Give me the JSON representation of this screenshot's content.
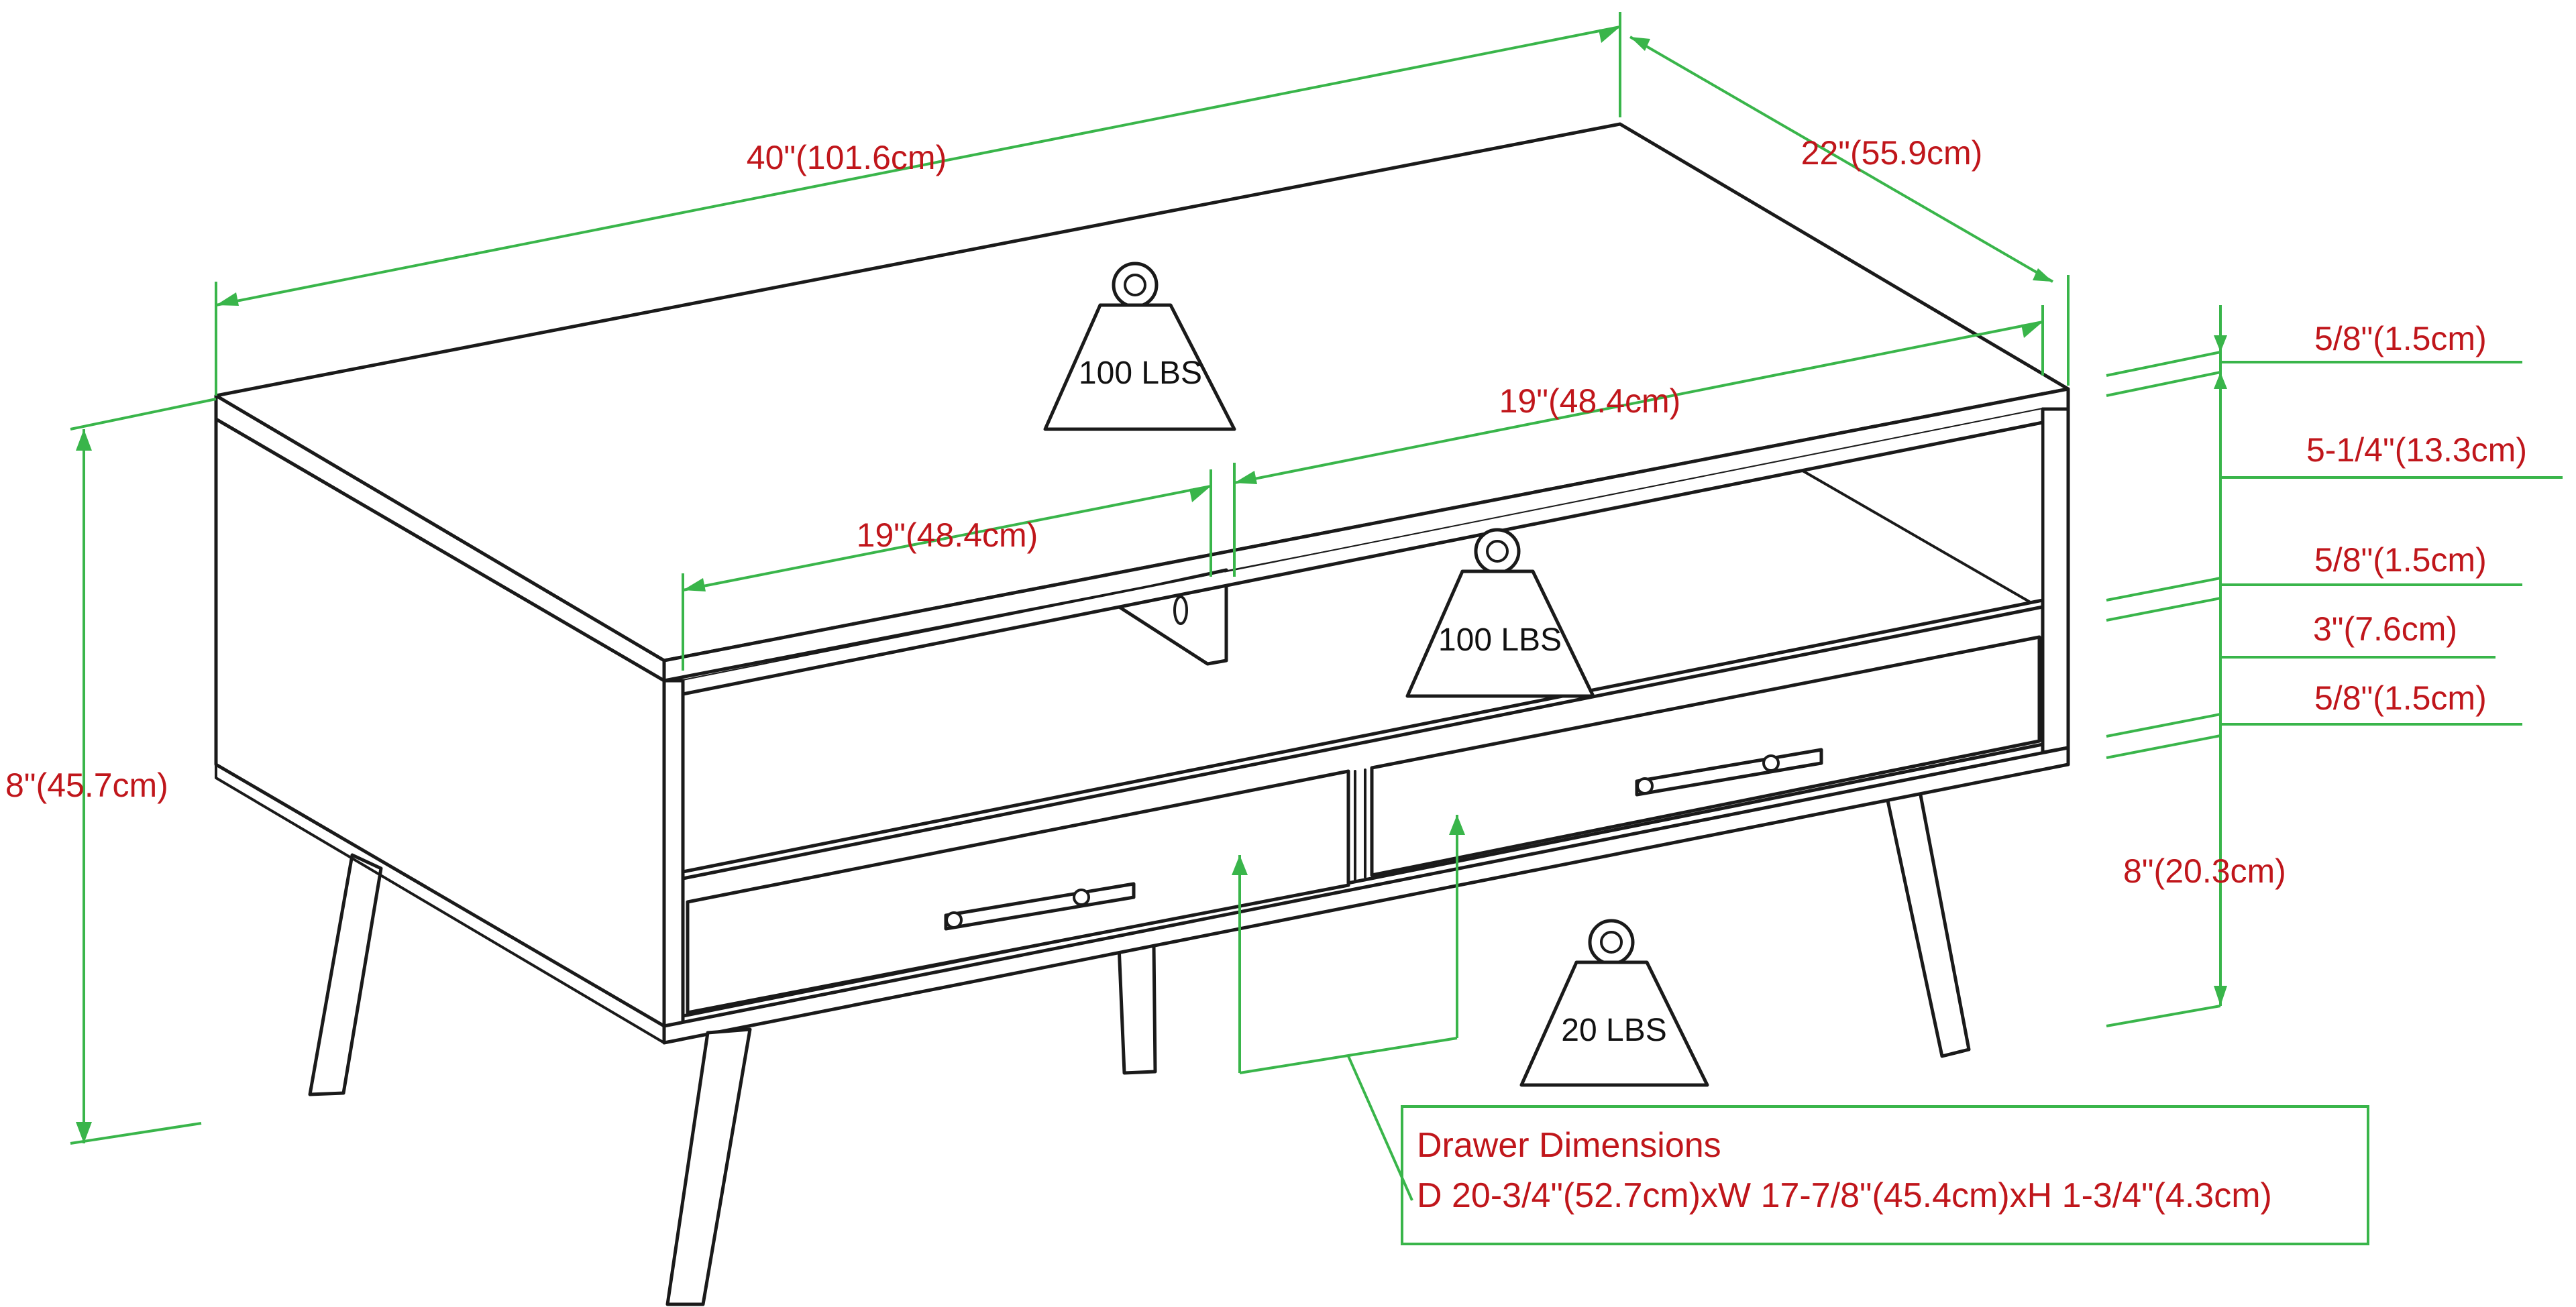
{
  "dimensions": {
    "width": "40\"(101.6cm)",
    "depth": "22\"(55.9cm)",
    "height": "8\"(45.7cm)",
    "shelf_width_right": "19\"(48.4cm)",
    "shelf_width_left": "19\"(48.4cm)",
    "top_thickness": "5/8\"(1.5cm)",
    "shelf_opening": "5-1/4\"(13.3cm)",
    "shelf_thickness": "5/8\"(1.5cm)",
    "drawer_height": "3\"(7.6cm)",
    "bottom_thickness": "5/8\"(1.5cm)",
    "leg_height": "8\"(20.3cm)"
  },
  "weights": {
    "top": "100 LBS",
    "shelf": "100 LBS",
    "drawer": "20 LBS"
  },
  "drawer_note": {
    "title": "Drawer Dimensions",
    "text": "D 20-3/4\"(52.7cm)xW 17-7/8\"(45.4cm)xH 1-3/4\"(4.3cm)"
  },
  "colors": {
    "dimension_line": "#39b54a",
    "label_text": "#c0161b",
    "outline": "#1a1a1a"
  }
}
